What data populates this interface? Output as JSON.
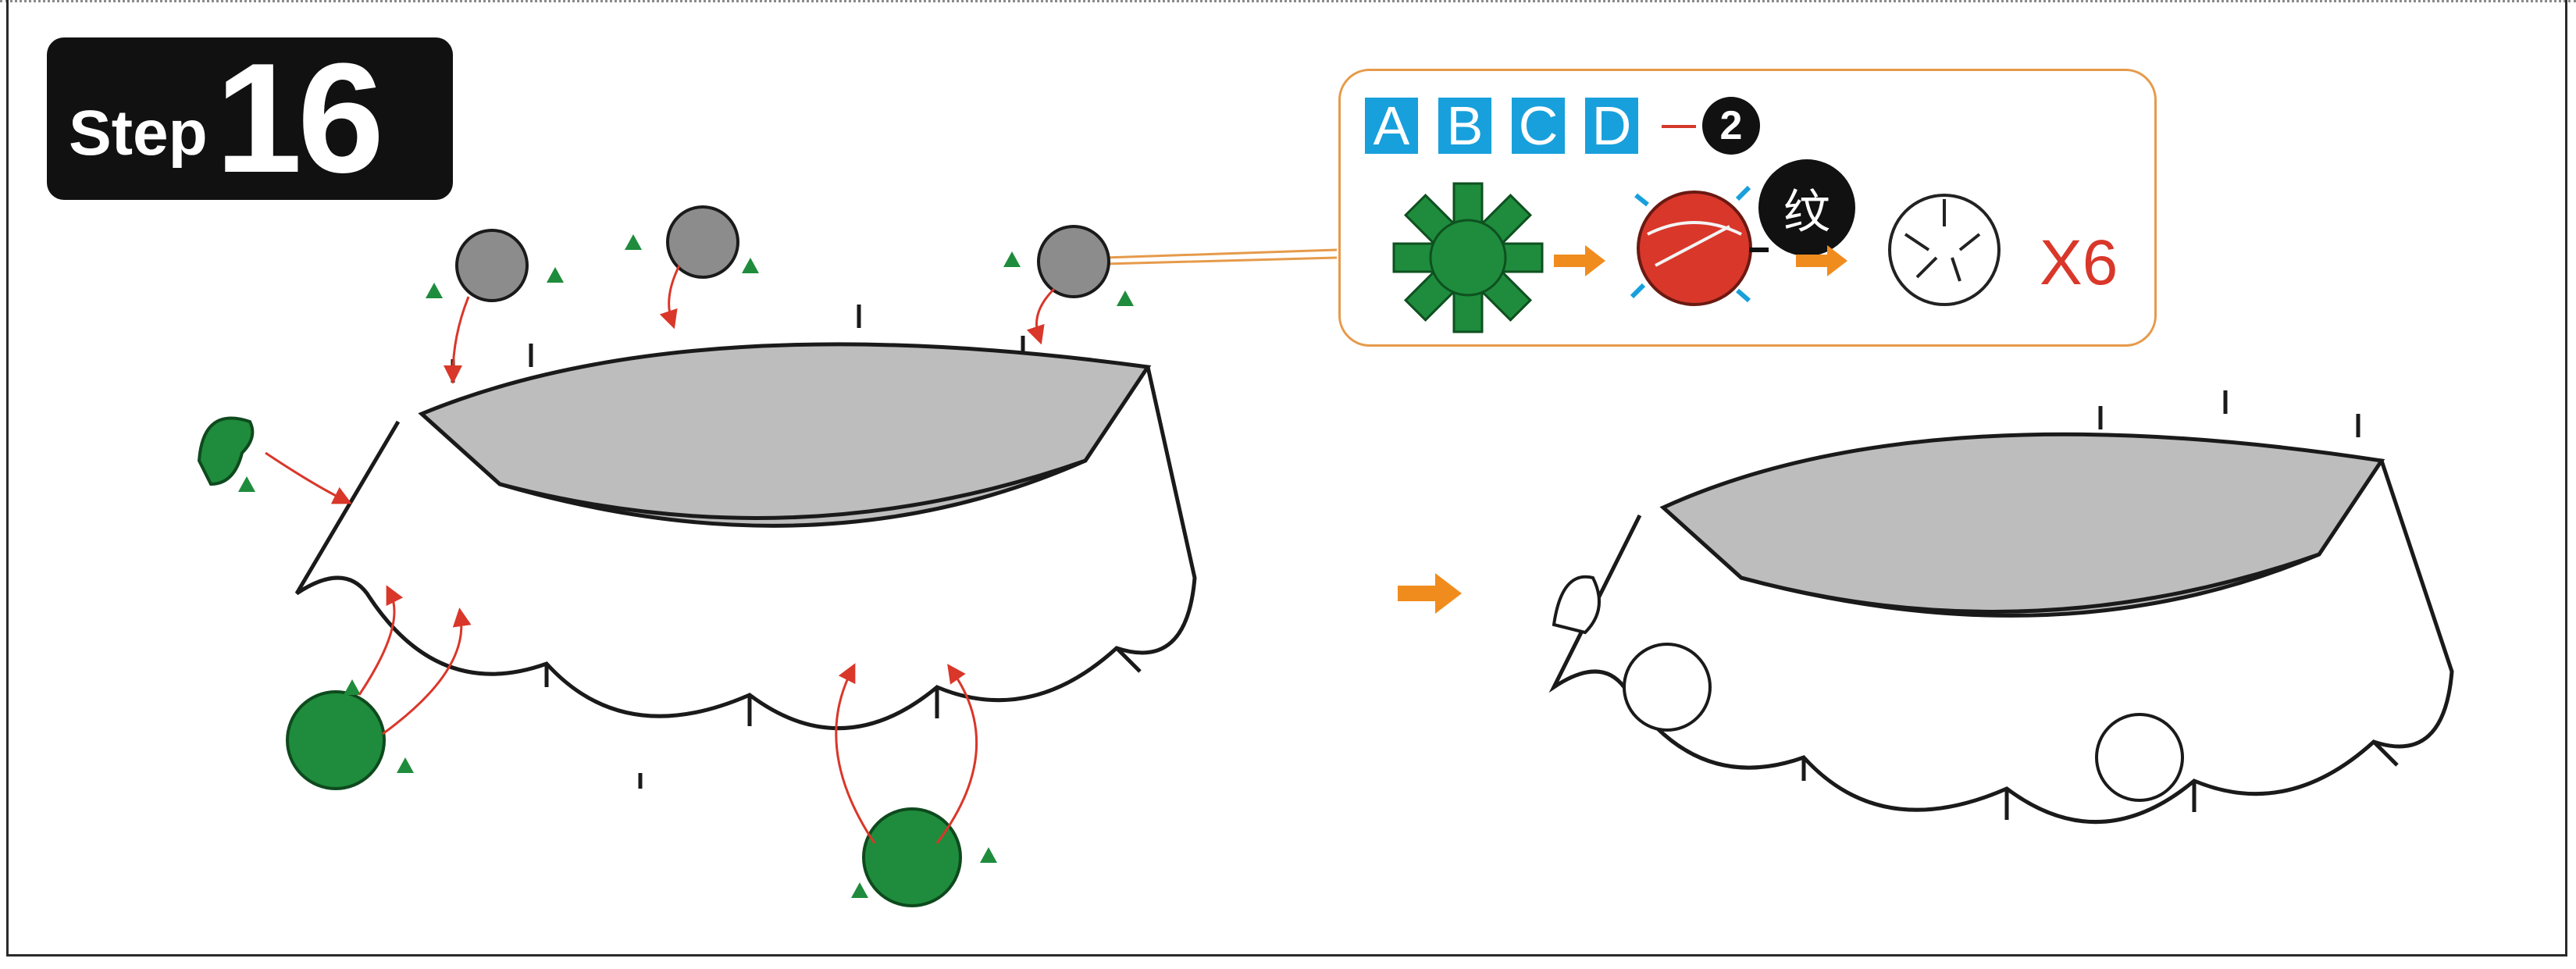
{
  "step": {
    "word": "Step",
    "number": "16"
  },
  "callout": {
    "letters": [
      "A",
      "B",
      "C",
      "D"
    ],
    "part_number": "2",
    "pattern_label": "纹",
    "quantity": "X6"
  },
  "colors": {
    "accent_orange": "#f08c1e",
    "letter_blue": "#18a0dc",
    "green_part": "#1e8c3c",
    "red_part": "#d9372a",
    "roof_gray": "#bdbdbd"
  },
  "icons": [
    "orange-arrow-icon",
    "green-star-part-icon",
    "red-dome-part-icon",
    "white-dome-part-icon"
  ]
}
